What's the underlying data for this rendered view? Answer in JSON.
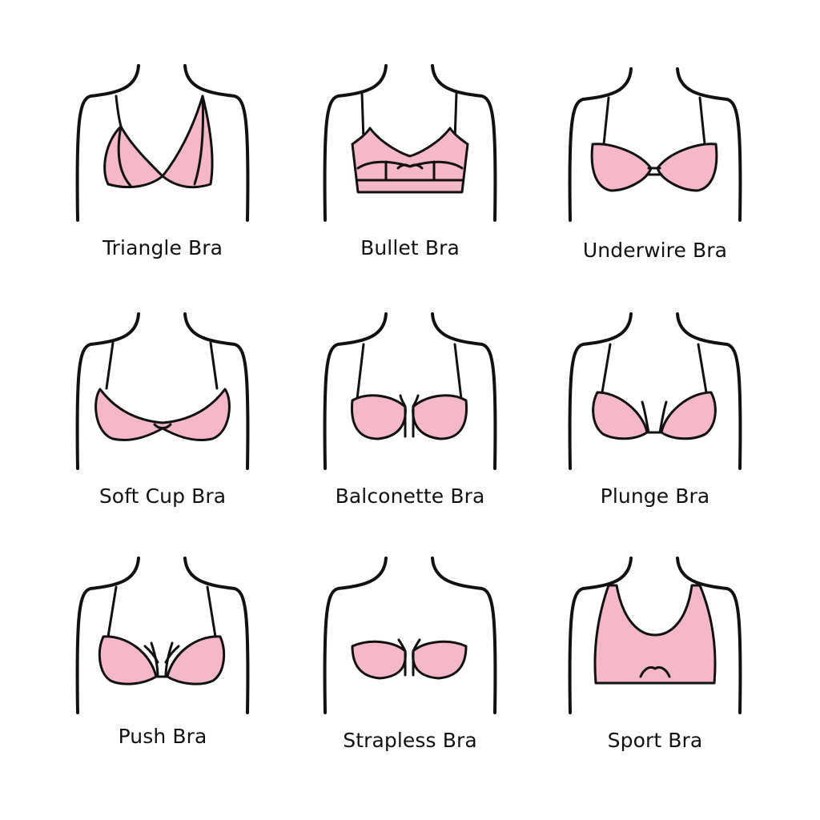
{
  "colors": {
    "bra_fill": "#f4b8c8",
    "outline": "#111111",
    "background": "#ffffff"
  },
  "items": [
    {
      "label": "Triangle Bra",
      "icon": "triangle-bra-icon"
    },
    {
      "label": "Bullet Bra",
      "icon": "bullet-bra-icon"
    },
    {
      "label": "Underwire Bra",
      "icon": "underwire-bra-icon"
    },
    {
      "label": "Soft Cup Bra",
      "icon": "soft-cup-bra-icon"
    },
    {
      "label": "Balconette Bra",
      "icon": "balconette-bra-icon"
    },
    {
      "label": "Plunge Bra",
      "icon": "plunge-bra-icon"
    },
    {
      "label": "Push Bra",
      "icon": "push-bra-icon"
    },
    {
      "label": "Strapless Bra",
      "icon": "strapless-bra-icon"
    },
    {
      "label": "Sport Bra",
      "icon": "sport-bra-icon"
    }
  ]
}
